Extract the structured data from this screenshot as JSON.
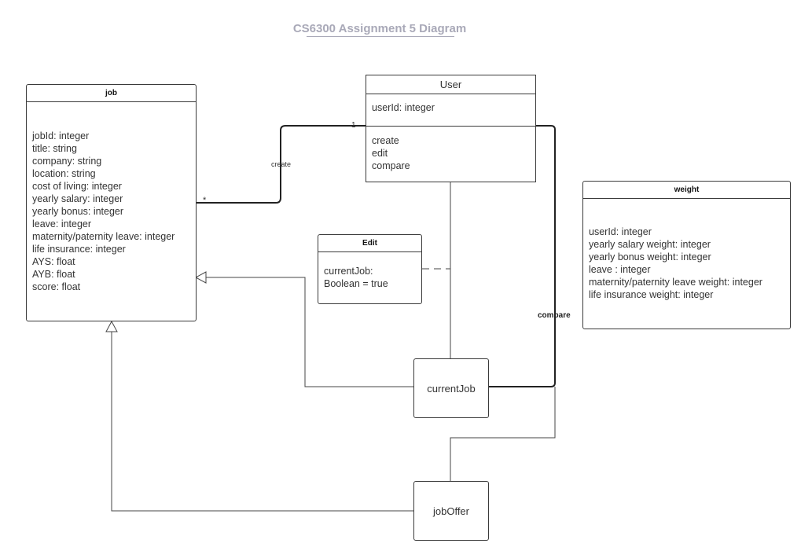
{
  "diagram": {
    "title": "CS6300 Assignment 5 Diagram"
  },
  "job": {
    "name": "job",
    "attributes": [
      "jobId: integer",
      "title: string",
      "company: string",
      "location: string",
      "cost of living: integer",
      "yearly salary: integer",
      "yearly bonus: integer",
      "leave: integer",
      "maternity/paternity leave: integer",
      "life insurance: integer",
      "AYS: float",
      "AYB: float",
      "score: float"
    ]
  },
  "user": {
    "name": "User",
    "attributes": [
      "userId: integer"
    ],
    "operations": [
      "create",
      "edit",
      "compare"
    ]
  },
  "edit": {
    "name": "Edit",
    "attributes": [
      "currentJob:",
      "Boolean = true"
    ]
  },
  "weight": {
    "name": "weight",
    "attributes": [
      "userId: integer",
      "yearly salary weight: integer",
      "yearly bonus weight: integer",
      "leave : integer",
      "maternity/paternity leave weight: integer",
      "life insurance weight: integer"
    ]
  },
  "current_job": {
    "name": "currentJob"
  },
  "job_offer": {
    "name": "jobOffer"
  },
  "associations": {
    "create_label": "create",
    "compare_label": "compare",
    "mult_one": "1",
    "mult_many": "*"
  }
}
